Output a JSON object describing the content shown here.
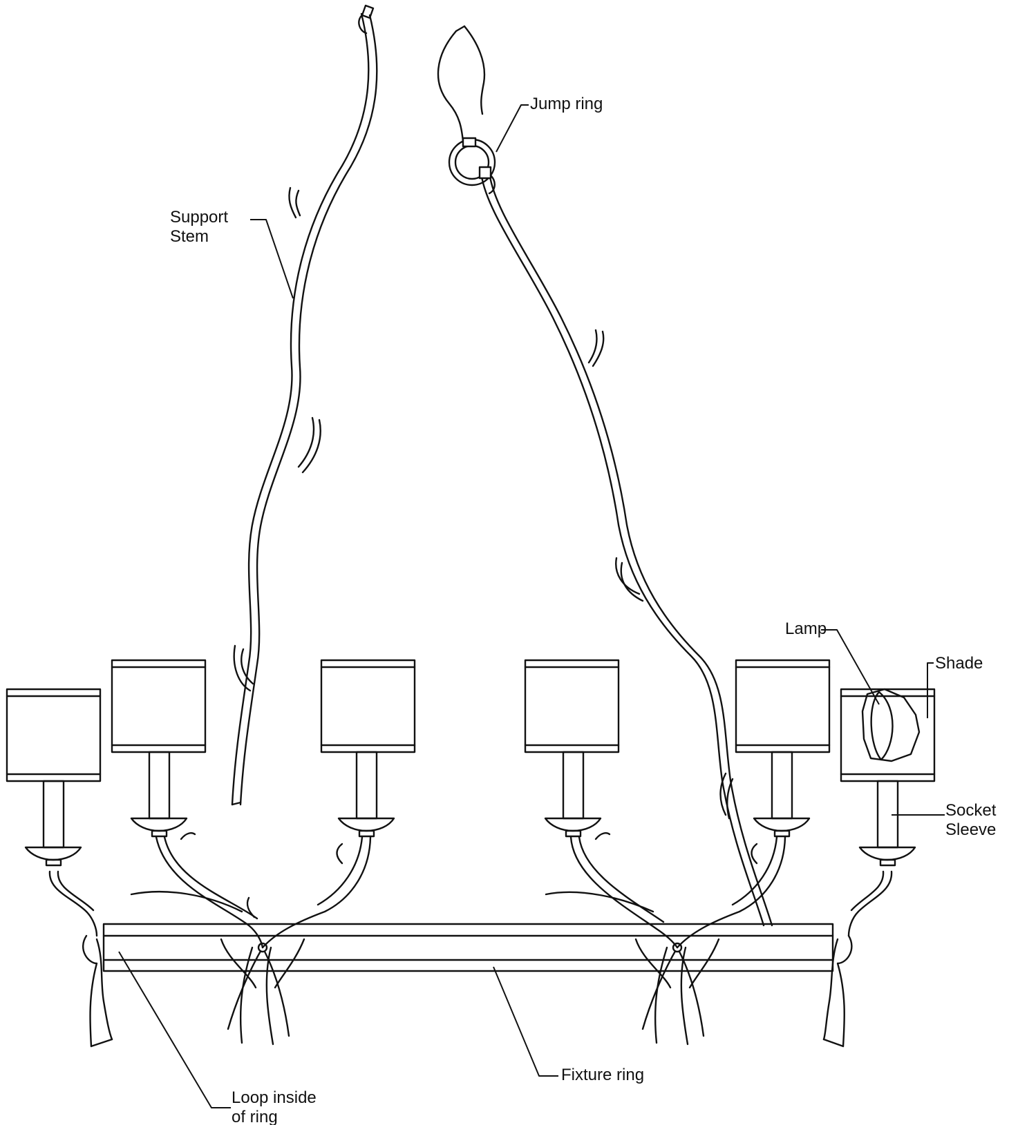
{
  "labels": {
    "support_stem": "Support\nStem",
    "jump_ring": "Jump ring",
    "lamp": "Lamp",
    "shade": "Shade",
    "socket_sleeve": "Socket\nSleeve",
    "fixture_ring": "Fixture ring",
    "loop_inside_ring": "Loop inside\nof ring"
  },
  "colors": {
    "line": "#111111",
    "background": "#ffffff"
  }
}
